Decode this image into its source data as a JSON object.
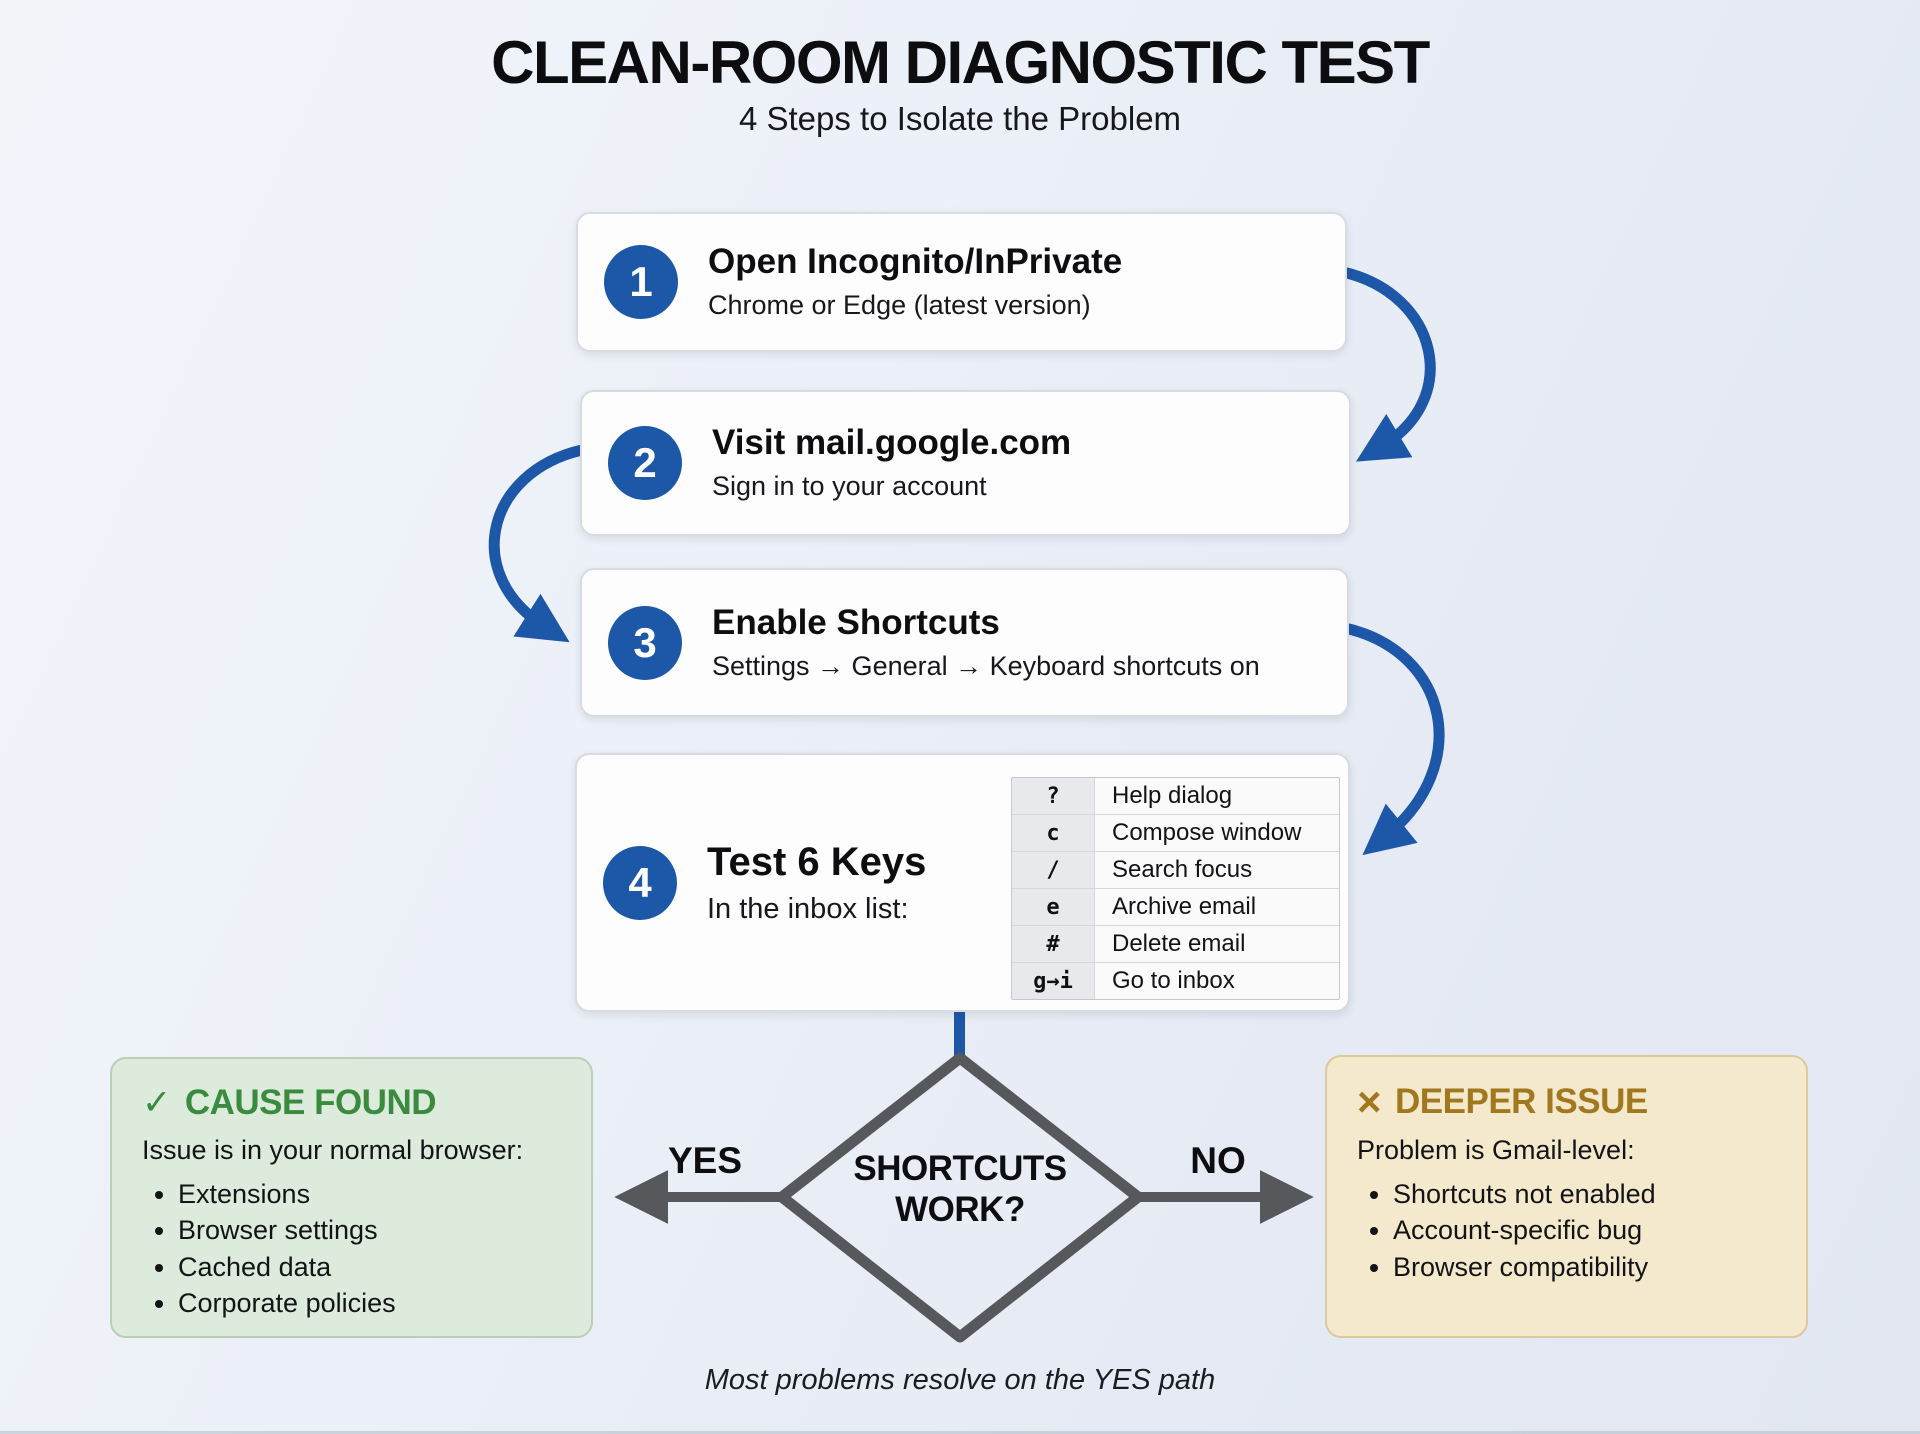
{
  "title": "CLEAN-ROOM DIAGNOSTIC TEST",
  "subtitle": "4 Steps to Isolate the Problem",
  "steps": [
    {
      "number": "1",
      "title": "Open Incognito/InPrivate",
      "subtitle": "Chrome or Edge (latest version)"
    },
    {
      "number": "2",
      "title": "Visit mail.google.com",
      "subtitle": "Sign in to your account"
    },
    {
      "number": "3",
      "title": "Enable Shortcuts",
      "subtitle": "Settings → General → Keyboard shortcuts on"
    },
    {
      "number": "4",
      "title": "Test 6 Keys",
      "subtitle": "In the inbox list:"
    }
  ],
  "shortcuts": [
    {
      "key": "?",
      "action": "Help dialog"
    },
    {
      "key": "c",
      "action": "Compose window"
    },
    {
      "key": "/",
      "action": "Search focus"
    },
    {
      "key": "e",
      "action": "Archive email"
    },
    {
      "key": "#",
      "action": "Delete email"
    },
    {
      "key": "g→i",
      "action": "Go to inbox"
    }
  ],
  "decision": {
    "label": "SHORTCUTS WORK?",
    "yes_label": "YES",
    "no_label": "NO"
  },
  "yes_box": {
    "icon": "✓",
    "title": "CAUSE FOUND",
    "subtitle": "Issue is in your normal browser:",
    "items": [
      "Extensions",
      "Browser settings",
      "Cached data",
      "Corporate policies"
    ]
  },
  "no_box": {
    "icon": "×",
    "title": "DEEPER ISSUE",
    "subtitle": "Problem is Gmail-level:",
    "items": [
      "Shortcuts not enabled",
      "Account-specific bug",
      "Browser compatibility"
    ]
  },
  "footer": "Most problems resolve on the YES path",
  "colors": {
    "accent_blue": "#1d57a8",
    "arrow_gray": "#57585b",
    "green_title": "#3a8b40",
    "green_bg": "#dcebdb",
    "gold_title": "#a1781e",
    "gold_bg": "#f4e9cd"
  }
}
